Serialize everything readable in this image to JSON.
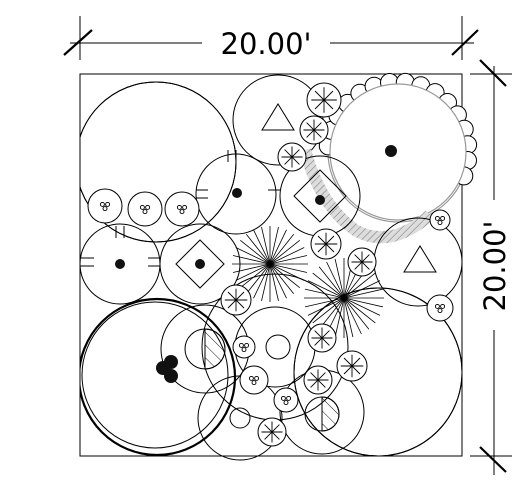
{
  "drawing": {
    "top_dimension_label": "20.00'",
    "right_dimension_label": "20.00'"
  },
  "legend_symbols": [
    "large-canopy-hatched",
    "small-shrub-3-dots",
    "shrub-with-cross",
    "triangle-hatched",
    "diamond-dot",
    "starburst",
    "half-hatched-circle",
    "scalloped-canopy"
  ]
}
